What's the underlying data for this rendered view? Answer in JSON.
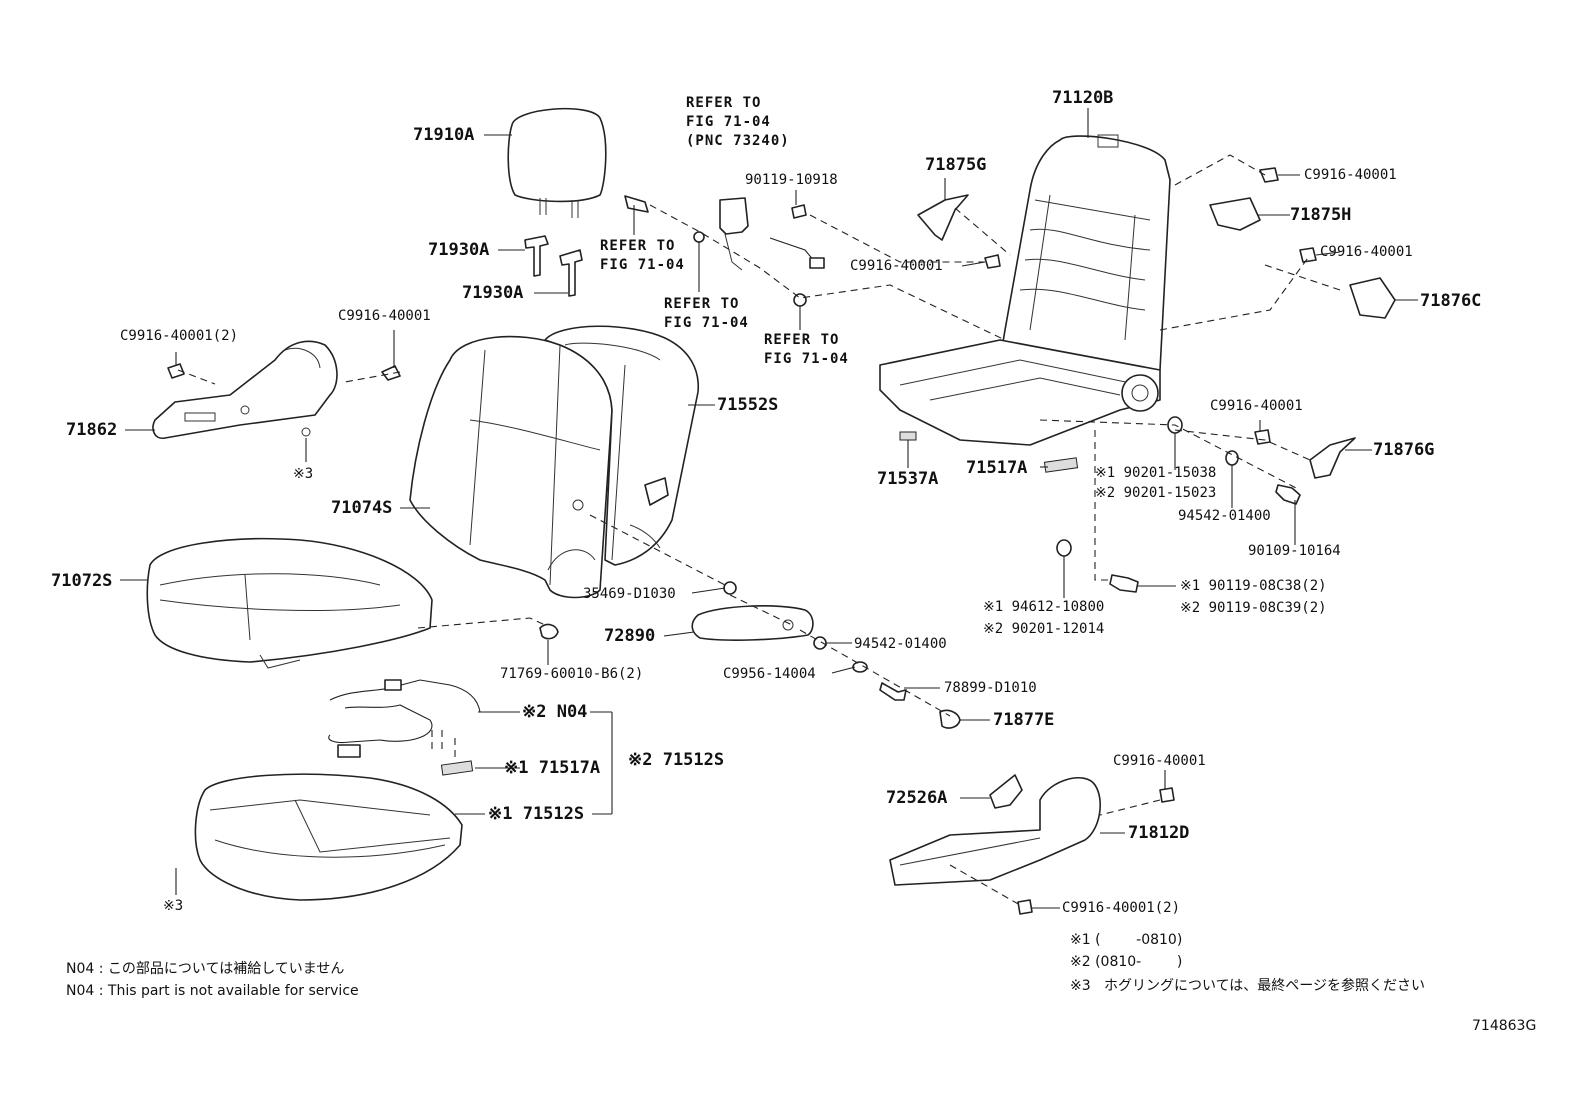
{
  "figure_code": "714863G",
  "parts": [
    "71910A",
    "71930A",
    "71930A",
    "C9916-40001(2)",
    "C9916-40001",
    "71862",
    "※3",
    "71074S",
    "71552S",
    "71072S",
    "35469-D1030",
    "72890",
    "94542-01400",
    "C9956-14004",
    "78899-D1010",
    "71877E",
    "71769-60010-B6(2)",
    "※2 N04",
    "※1 71517A",
    "※2 71512S",
    "※1 71512S",
    "※3",
    "90119-10918",
    "C9916-40001",
    "71120B",
    "71875G",
    "C9916-40001",
    "71875H",
    "C9916-40001",
    "71876C",
    "71537A",
    "71517A",
    "※1 90201-15038",
    "※2 90201-15023",
    "C9916-40001",
    "71876G",
    "94542-01400",
    "90109-10164",
    "※1 94612-10800",
    "※2 90201-12014",
    "※1 90119-08C38(2)",
    "※2 90119-08C39(2)",
    "C9916-40001",
    "72526A",
    "71812D",
    "C9916-40001(2)"
  ],
  "refs": [
    "REFER TO\nFIG 71-04\n(PNC 73240)",
    "REFER TO\nFIG 71-04",
    "REFER TO\nFIG 71-04",
    "REFER TO\nFIG 71-04"
  ],
  "footnotes": {
    "jp_n04": "N04 : この部品については補給していません",
    "en_n04": "N04 : This part is not available for service",
    "n1": "※1 (        -0810)",
    "n2": "※2 (0810-        )",
    "n3": "※3   ホグリングについては、最終ページを参照ください"
  }
}
